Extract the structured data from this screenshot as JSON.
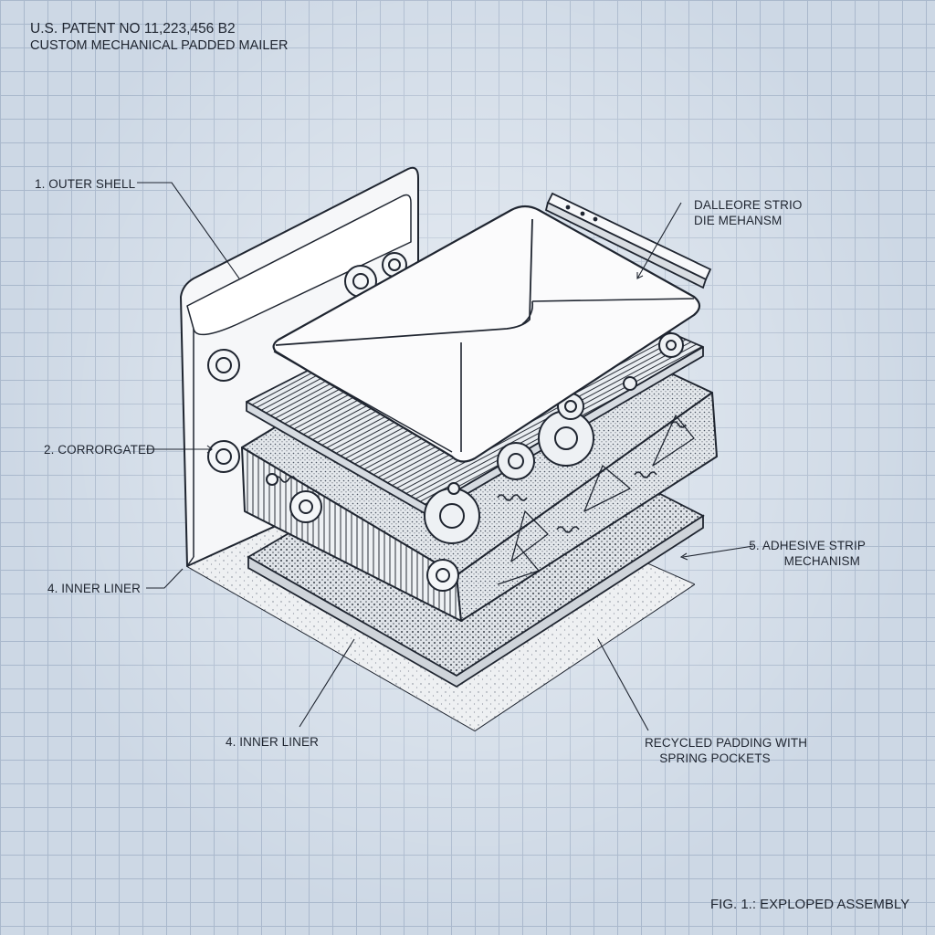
{
  "header": {
    "patent_number": "U.S. PATENT NO  11,223,456 B2",
    "title": "CUSTOM MECHANICAL PADDED MAILER"
  },
  "callouts": {
    "outer_shell": "1. OUTER SHELL",
    "corrugated": "2. CORRORGATED",
    "inner_liner_left": "4. INNER LINER",
    "inner_liner_bottom": "4. INNER LINER",
    "adhesive_strip_line1": "5. ADHESIVE STRIP",
    "adhesive_strip_line2": "MECHANISM",
    "top_strip_line1": "DALLEORE STRIO",
    "top_strip_line2": "DIE MEHANSM",
    "padding_line1": "RECYCLED PADDING WITH",
    "padding_line2": "SPRING POCKETS"
  },
  "figure_caption": "FIG. 1.: EXPLOPED ASSEMBLY",
  "colors": {
    "background": "#cdd8e5",
    "grid": "#a9b8cc",
    "line": "#1f2530"
  }
}
